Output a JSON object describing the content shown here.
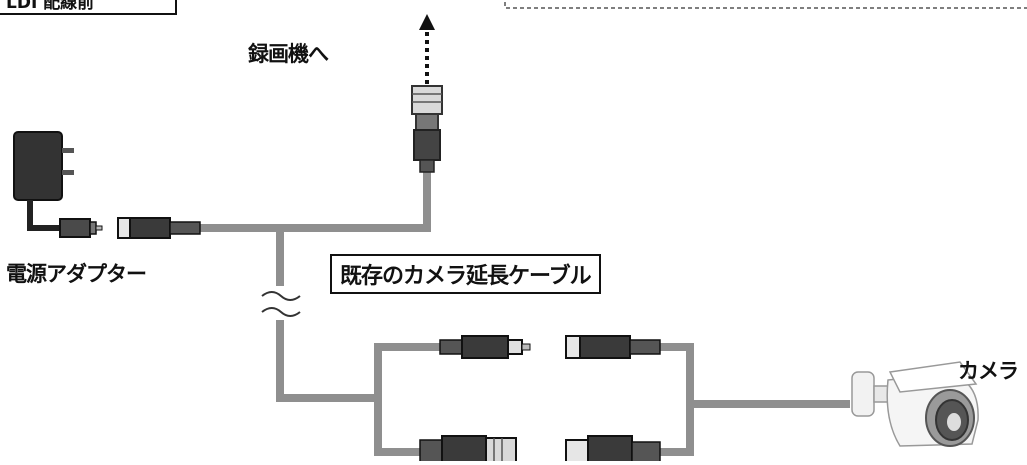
{
  "labels": {
    "corner_tag": "LDI 配線前",
    "to_recorder": "録画機へ",
    "power_adapter": "電源アダプター",
    "existing_cable": "既存のカメラ延長ケーブル",
    "camera": "カメラ"
  },
  "icons": [
    "power-adapter-icon",
    "bnc-connector-icon",
    "dc-plug-icon",
    "security-camera-icon",
    "arrow-up-icon"
  ],
  "colors": {
    "cable": "#8f8f8f",
    "connector_dark": "#3a3a3a",
    "connector_light": "#d9d9d9",
    "outline": "#111111"
  }
}
